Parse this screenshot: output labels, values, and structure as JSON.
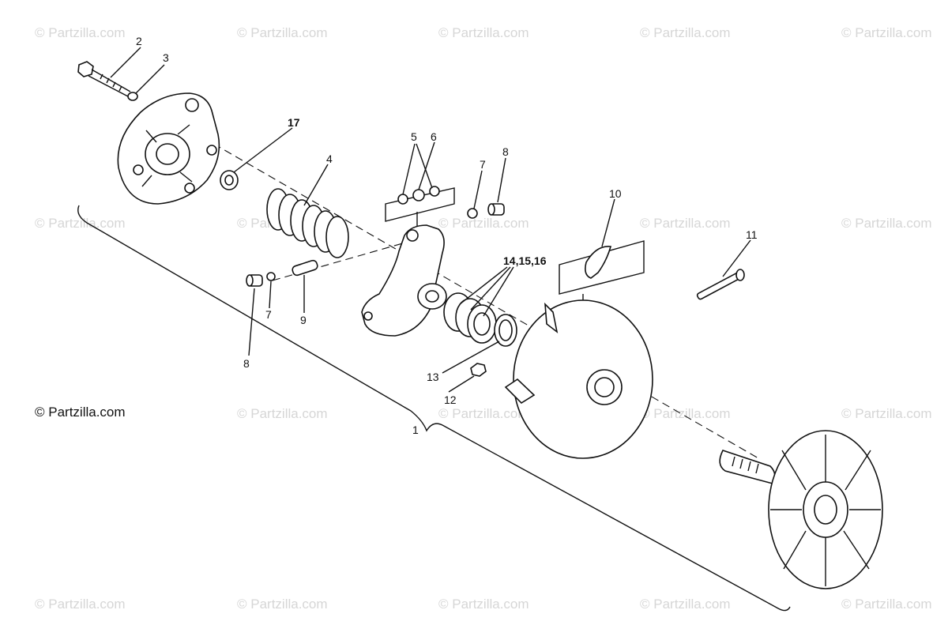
{
  "credit": "© Partzilla.com",
  "watermark": "© Partzilla.com",
  "callouts": {
    "c1": "1",
    "c2": "2",
    "c3": "3",
    "c4": "4",
    "c5": "5",
    "c6": "6",
    "c7a": "7",
    "c7b": "7",
    "c8a": "8",
    "c8b": "8",
    "c9": "9",
    "c10": "10",
    "c11": "11",
    "c12": "12",
    "c13": "13",
    "c14": "14,15,16",
    "c17": "17"
  }
}
